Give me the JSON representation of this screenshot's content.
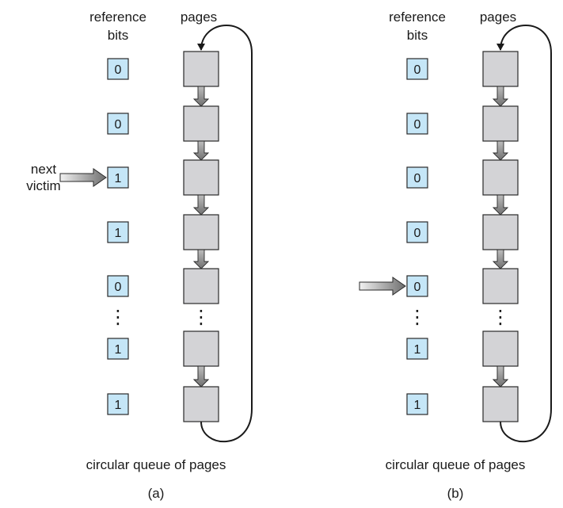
{
  "panels": [
    {
      "id": "a",
      "header_reference": [
        "reference",
        "bits"
      ],
      "header_pages": "pages",
      "bits": [
        "0",
        "0",
        "1",
        "1",
        "0",
        "1",
        "1"
      ],
      "pointer_row": 2,
      "pointer_label": [
        "next",
        "victim"
      ],
      "caption": "circular queue of pages",
      "label": "(a)"
    },
    {
      "id": "b",
      "header_reference": [
        "reference",
        "bits"
      ],
      "header_pages": "pages",
      "bits": [
        "0",
        "0",
        "0",
        "0",
        "0",
        "1",
        "1"
      ],
      "pointer_row": 4,
      "pointer_label": [],
      "caption": "circular queue of pages",
      "label": "(b)"
    }
  ],
  "ellipsis": "⋮",
  "colors": {
    "bit_fill": "#c5e6f7",
    "page_fill": "#d3d3d6",
    "arrow_fill": "#8a8a8a"
  }
}
